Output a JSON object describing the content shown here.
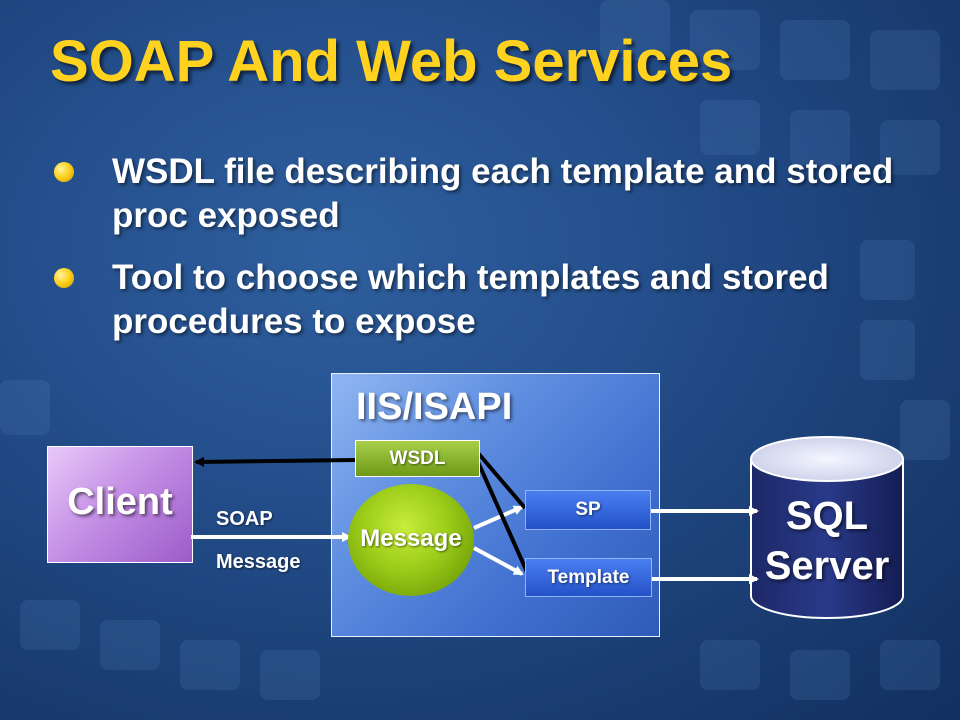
{
  "slide": {
    "title": "SOAP And Web Services",
    "bullets": [
      "WSDL file describing each template and stored proc exposed",
      "Tool to choose which templates and stored procedures to expose"
    ]
  },
  "diagram": {
    "iis_label": "IIS/ISAPI",
    "client_label": "Client",
    "soap_label_line1": "SOAP",
    "soap_label_line2": "Message",
    "wsdl_label": "WSDL",
    "message_label": "Message",
    "sp_label": "SP",
    "template_label": "Template",
    "db_label_line1": "SQL",
    "db_label_line2": "Server"
  },
  "colors": {
    "title": "#ffd21f",
    "background": "#244f8c",
    "bullet_dot": "#ffd21f"
  }
}
